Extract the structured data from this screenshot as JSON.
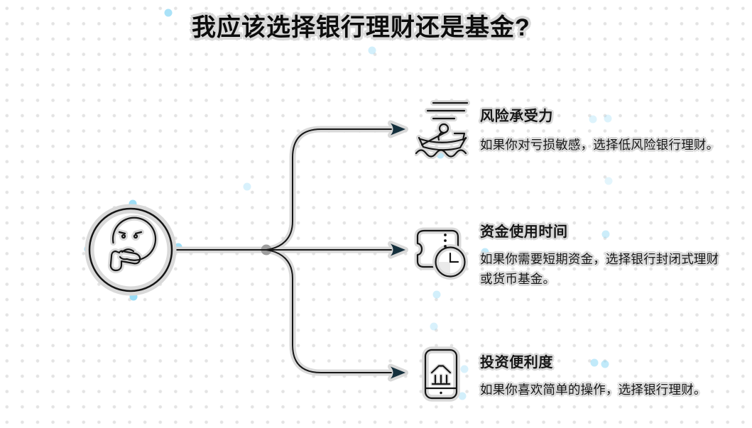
{
  "title": "我应该选择银行理财还是基金?",
  "center_icon": "thinking-face-icon",
  "branches": [
    {
      "icon": "rowboat-risk-icon",
      "title": "风险承受力",
      "desc_lines": [
        "如果你对亏损敏感，选择低风险银行理财。"
      ]
    },
    {
      "icon": "ticket-clock-icon",
      "title": "资金使用时间",
      "desc_lines": [
        "如果你需要短期资金，选择银行封闭式理财",
        "或货币基金。"
      ]
    },
    {
      "icon": "phone-bank-icon",
      "title": "投资便利度",
      "desc_lines": [
        "如果你喜欢简单的操作，选择银行理财。"
      ]
    }
  ],
  "colors": {
    "ink": "#161616",
    "halo": "#d9d9d9",
    "arrow": "#15303d",
    "junction": "#9e9e9e",
    "grid_dot": "#e4e4e4",
    "blue_dot": "#8ed8f5",
    "background": "#ffffff"
  },
  "decor": {
    "blue_dots": [
      [
        237,
        18,
        0.75
      ],
      [
        524,
        71,
        0.4
      ],
      [
        187,
        287,
        0.85
      ],
      [
        124,
        351,
        0.8
      ],
      [
        251,
        348,
        0.85
      ],
      [
        188,
        418,
        0.9
      ],
      [
        348,
        263,
        0.35
      ],
      [
        620,
        218,
        0.55
      ],
      [
        835,
        168,
        0.3
      ],
      [
        856,
        167,
        0.3
      ],
      [
        857,
        255,
        0.25
      ],
      [
        853,
        330,
        0.45
      ],
      [
        683,
        355,
        0.55
      ],
      [
        615,
        415,
        0.4
      ],
      [
        611,
        460,
        0.35
      ],
      [
        837,
        511,
        0.55
      ],
      [
        852,
        513,
        0.55
      ],
      [
        654,
        520,
        0.35
      ],
      [
        651,
        558,
        0.4
      ]
    ]
  }
}
